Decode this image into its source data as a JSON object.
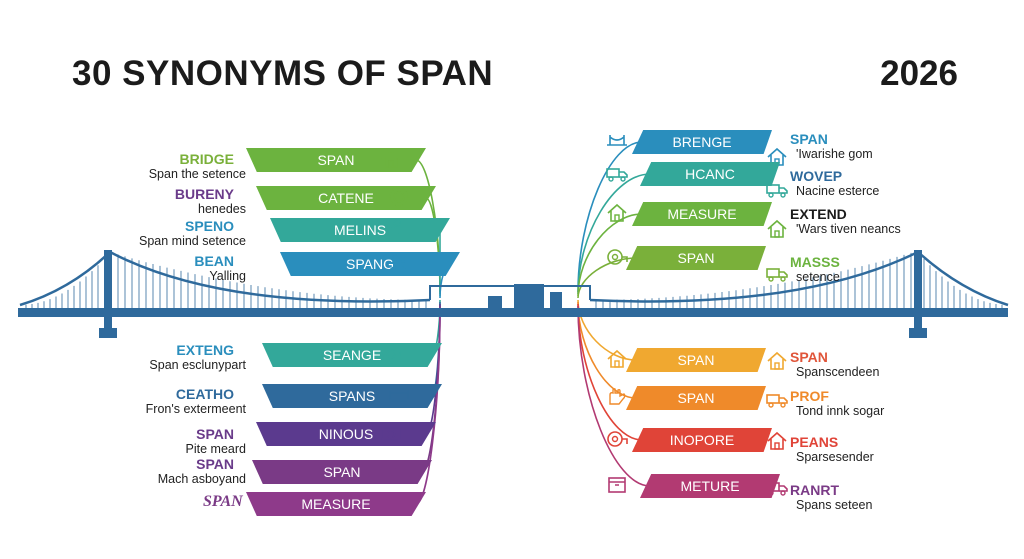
{
  "header": {
    "title": "30 SYNONYMS OF SPAN",
    "year": "2026"
  },
  "colors": {
    "bridge": "#2f6a9c",
    "text_dark": "#1b1b1b"
  },
  "left": [
    {
      "banner": "SPAN",
      "color": "#6cb33f",
      "word": "BRIDGE",
      "word_color": "#7ab03a",
      "sub": "Span the setence",
      "icon": "house-icon"
    },
    {
      "banner": "CATENE",
      "color": "#6cb33f",
      "word": "BURENY",
      "word_color": "#6a3b8a",
      "sub": "henedes",
      "icon": "gear-icon"
    },
    {
      "banner": "MELINS",
      "color": "#33a89a",
      "word": "SPENO",
      "word_color": "#2a8ebd",
      "sub": "Span mind setence",
      "icon": "tools-icon"
    },
    {
      "banner": "SPANG",
      "color": "#2a8ebd",
      "word": "BEAN",
      "word_color": "#2a8ebd",
      "sub": "Yalling",
      "icon": "people-icon"
    },
    {
      "banner": "SEANGE",
      "color": "#33a89a",
      "word": "EXTENG",
      "word_color": "#2a8ebd",
      "sub": "Span esclunypart",
      "icon": "target-icon"
    },
    {
      "banner": "SPANS",
      "color": "#2f6a9c",
      "word": "CEATHO",
      "word_color": "#2f6a9c",
      "sub": "Fron's extermeent",
      "icon": "card-icon"
    },
    {
      "banner": "NINOUS",
      "color": "#5b3a8e",
      "word": "SPAN",
      "word_color": "#6a3b8a",
      "sub": "Pite meard",
      "icon": "camera-icon"
    },
    {
      "banner": "SPAN",
      "color": "#7a3a86",
      "word": "SPAN",
      "word_color": "#6a3b8a",
      "sub": "Mach asboyand",
      "icon": "shoe-icon"
    },
    {
      "banner": "MEASURE",
      "color": "#8e3a8a",
      "word": "SPAN",
      "word_color": "#7a3a86",
      "sub": "",
      "icon": "script-icon"
    }
  ],
  "right": [
    {
      "banner": "BRENGE",
      "color": "#2a8ebd",
      "word": "SPAN",
      "word_color": "#2a8ebd",
      "sub": "'Iwarishe gom",
      "icon": "bridge-icon"
    },
    {
      "banner": "HCANC",
      "color": "#33a89a",
      "word": "WOVEP",
      "word_color": "#2f6a9c",
      "sub": "Nacine esterce",
      "icon": "truck-icon"
    },
    {
      "banner": "MEASURE",
      "color": "#6cb33f",
      "word": "EXTEND",
      "word_color": "#1b1b1b",
      "sub": "'Wars tiven neancs",
      "icon": "house-icon"
    },
    {
      "banner": "SPAN",
      "color": "#7ab03a",
      "word": "MASSS",
      "word_color": "#6cb33f",
      "sub": "setence",
      "icon": "tape-icon"
    },
    {
      "banner": "SPAN",
      "color": "#f0a830",
      "word": "SPAN",
      "word_color": "#e0553a",
      "sub": "Spanscendeen",
      "icon": "house-icon"
    },
    {
      "banner": "SPAN",
      "color": "#ef8a2a",
      "word": "PROF",
      "word_color": "#ef8a2a",
      "sub": "Tond innk sogar",
      "icon": "hand-icon"
    },
    {
      "banner": "INOPORE",
      "color": "#e04438",
      "word": "PEANS",
      "word_color": "#e04438",
      "sub": "Sparsesender",
      "icon": "tape-icon"
    },
    {
      "banner": "METURE",
      "color": "#b23a72",
      "word": "RANRT",
      "word_color": "#7a3a86",
      "sub": "Spans seteen",
      "icon": "box-icon"
    }
  ]
}
